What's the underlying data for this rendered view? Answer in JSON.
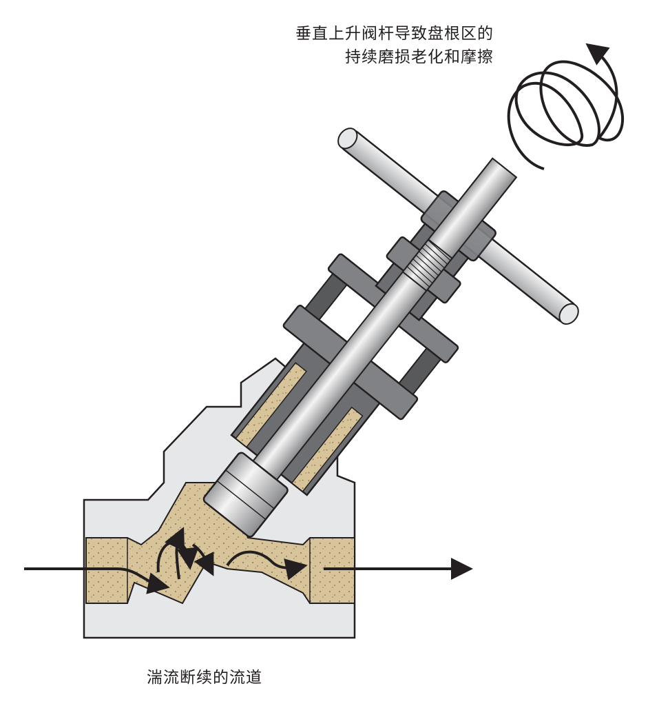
{
  "captions": {
    "top_line1": "垂直上升阀杆导致盘根区的",
    "top_line2": "持续磨损老化和摩擦",
    "bottom": "湍流断续的流道"
  },
  "colors": {
    "body": "#e6e7e8",
    "bonnet": "#6d6e71",
    "packing": "#d8c49a",
    "stem": "#d1d3d4",
    "outline": "#231f20"
  }
}
